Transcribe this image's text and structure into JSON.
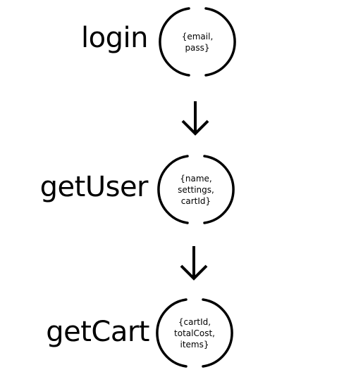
{
  "steps": [
    {
      "name": "login",
      "params": [
        "{email,",
        "pass}"
      ]
    },
    {
      "name": "getUser",
      "params": [
        "{name,",
        "settings,",
        "cartId}"
      ]
    },
    {
      "name": "getCart",
      "params": [
        "{cartId,",
        "totalCost,",
        "items}"
      ]
    }
  ],
  "arrow_icon": "down-arrow-icon",
  "colors": {
    "stroke": "#000000",
    "text": "#000000",
    "background": "#ffffff"
  }
}
